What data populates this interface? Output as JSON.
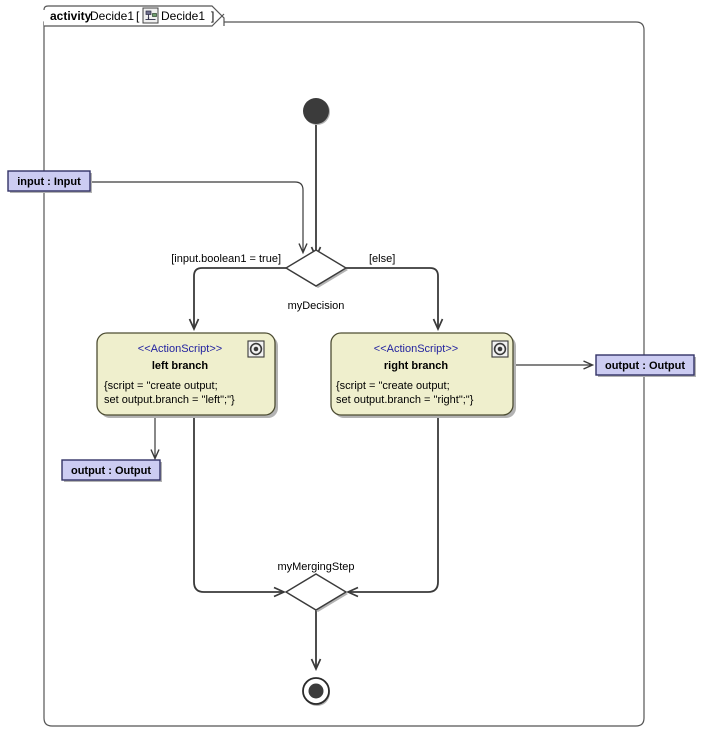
{
  "frame": {
    "keyword": "activity",
    "name": "Decide1",
    "bracket_open": "[",
    "icon": "activity-diagram-icon",
    "inner_name": "Decide1",
    "bracket_close": "]"
  },
  "colors": {
    "pin_fill": "#ccccf2",
    "pin_stroke": "#333366",
    "action_fill": "#efefcd",
    "action_stroke": "#4d4d33",
    "stereotype_text": "#2323a0",
    "line": "#3a3a3a",
    "shadow": "#b3b3b3",
    "frame_stroke": "#555555",
    "node_fill": "#3b3b3b",
    "background": "#ffffff"
  },
  "nodes": {
    "initial": {
      "name": "initial-node",
      "shape": "filled-circle"
    },
    "final": {
      "name": "activity-final-node",
      "shape": "circle-in-ring"
    },
    "decision": {
      "name": "myDecision",
      "label": "myDecision",
      "shape": "diamond"
    },
    "merge": {
      "name": "myMergingStep",
      "label": "myMergingStep",
      "shape": "diamond"
    }
  },
  "pins": {
    "input": {
      "label": "input : Input"
    },
    "output_left": {
      "label": "output : Output"
    },
    "output_right": {
      "label": "output : Output"
    }
  },
  "actions": [
    {
      "id": "left-branch",
      "stereotype": "<<ActionScript>>",
      "name": "left branch",
      "script_line1": "{script = \"create output;",
      "script_line2": "set output.branch = \"left\";\"}",
      "icon": "gear-icon"
    },
    {
      "id": "right-branch",
      "stereotype": "<<ActionScript>>",
      "name": "right branch",
      "script_line1": "{script = \"create output;",
      "script_line2": "set output.branch = \"right\";\"}",
      "icon": "gear-icon"
    }
  ],
  "guards": {
    "true_branch": "[input.boolean1 = true]",
    "else_branch": "[else]"
  }
}
